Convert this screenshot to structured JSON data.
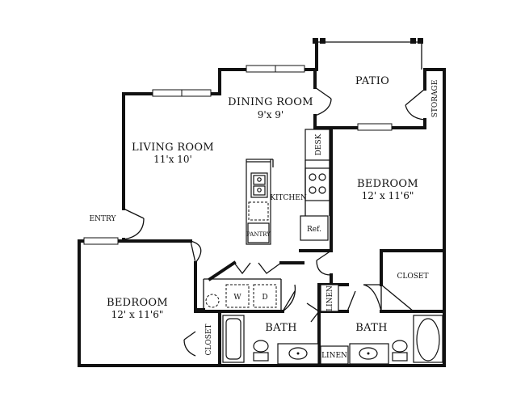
{
  "rooms": {
    "dining": {
      "label": "DINING ROOM",
      "dims": "9'x 9'"
    },
    "living": {
      "label": "LIVING ROOM",
      "dims": "11'x 10'"
    },
    "patio": {
      "label": "PATIO"
    },
    "storage": {
      "label": "STORAGE"
    },
    "desk": {
      "label": "DESK"
    },
    "kitchen": {
      "label": "KITCHEN"
    },
    "pantry": {
      "label": "PANTRY"
    },
    "ref": {
      "label": "Ref."
    },
    "bedroom_right": {
      "label": "BEDROOM",
      "dims": "12' x 11'6\""
    },
    "bedroom_left": {
      "label": "BEDROOM",
      "dims": "12' x 11'6\""
    },
    "entry": {
      "label": "ENTRY"
    },
    "closet_right": {
      "label": "CLOSET"
    },
    "closet_left": {
      "label": "CLOSET"
    },
    "washer": {
      "label": "W"
    },
    "dryer": {
      "label": "D"
    },
    "linen_upper": {
      "label": "LINEN"
    },
    "linen_lower": {
      "label": "LINEN"
    },
    "bath_left": {
      "label": "BATH"
    },
    "bath_right": {
      "label": "BATH"
    }
  }
}
